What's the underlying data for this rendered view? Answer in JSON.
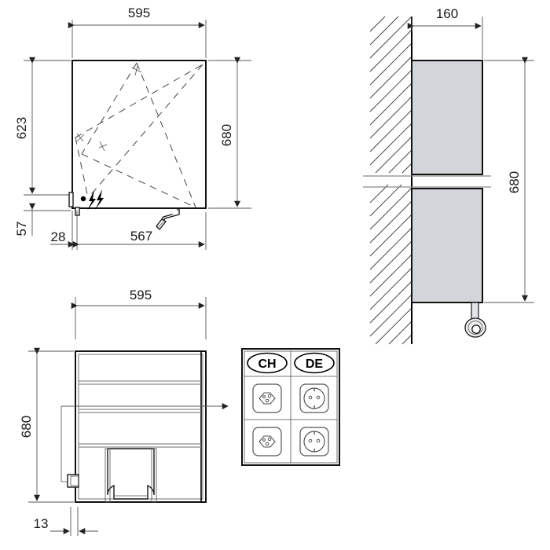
{
  "drawing": {
    "title": "Technical dimension drawing - wall mounted cabinet",
    "units": "mm",
    "line_color": "#111111",
    "body_fill_color": "#d2d5d9",
    "dimension_color": "#555555"
  },
  "views": {
    "front": {
      "name": "front-view",
      "dimensions": {
        "top_width": "595",
        "left_height": "623",
        "right_height": "680",
        "bottom_offset": "28",
        "bottom_width": "567",
        "lower_height": "57"
      },
      "symbols": {
        "hazard": "lightning-bolt",
        "dot": "indicator-dot",
        "cable": "power-cable-plug"
      }
    },
    "side": {
      "name": "side-view",
      "dimensions": {
        "depth": "160",
        "height": "680"
      },
      "features": {
        "wall": "hatched-wall",
        "break": "break-line",
        "plug": "power-plug"
      }
    },
    "bottom": {
      "name": "bottom-view",
      "dimensions": {
        "width": "595",
        "height": "680",
        "thickness": "13"
      }
    }
  },
  "socket_legend": {
    "name": "socket-legend-table",
    "columns": [
      {
        "label": "CH",
        "socket_type": "ch-socket"
      },
      {
        "label": "DE",
        "socket_type": "de-socket"
      }
    ],
    "rows": 2
  }
}
